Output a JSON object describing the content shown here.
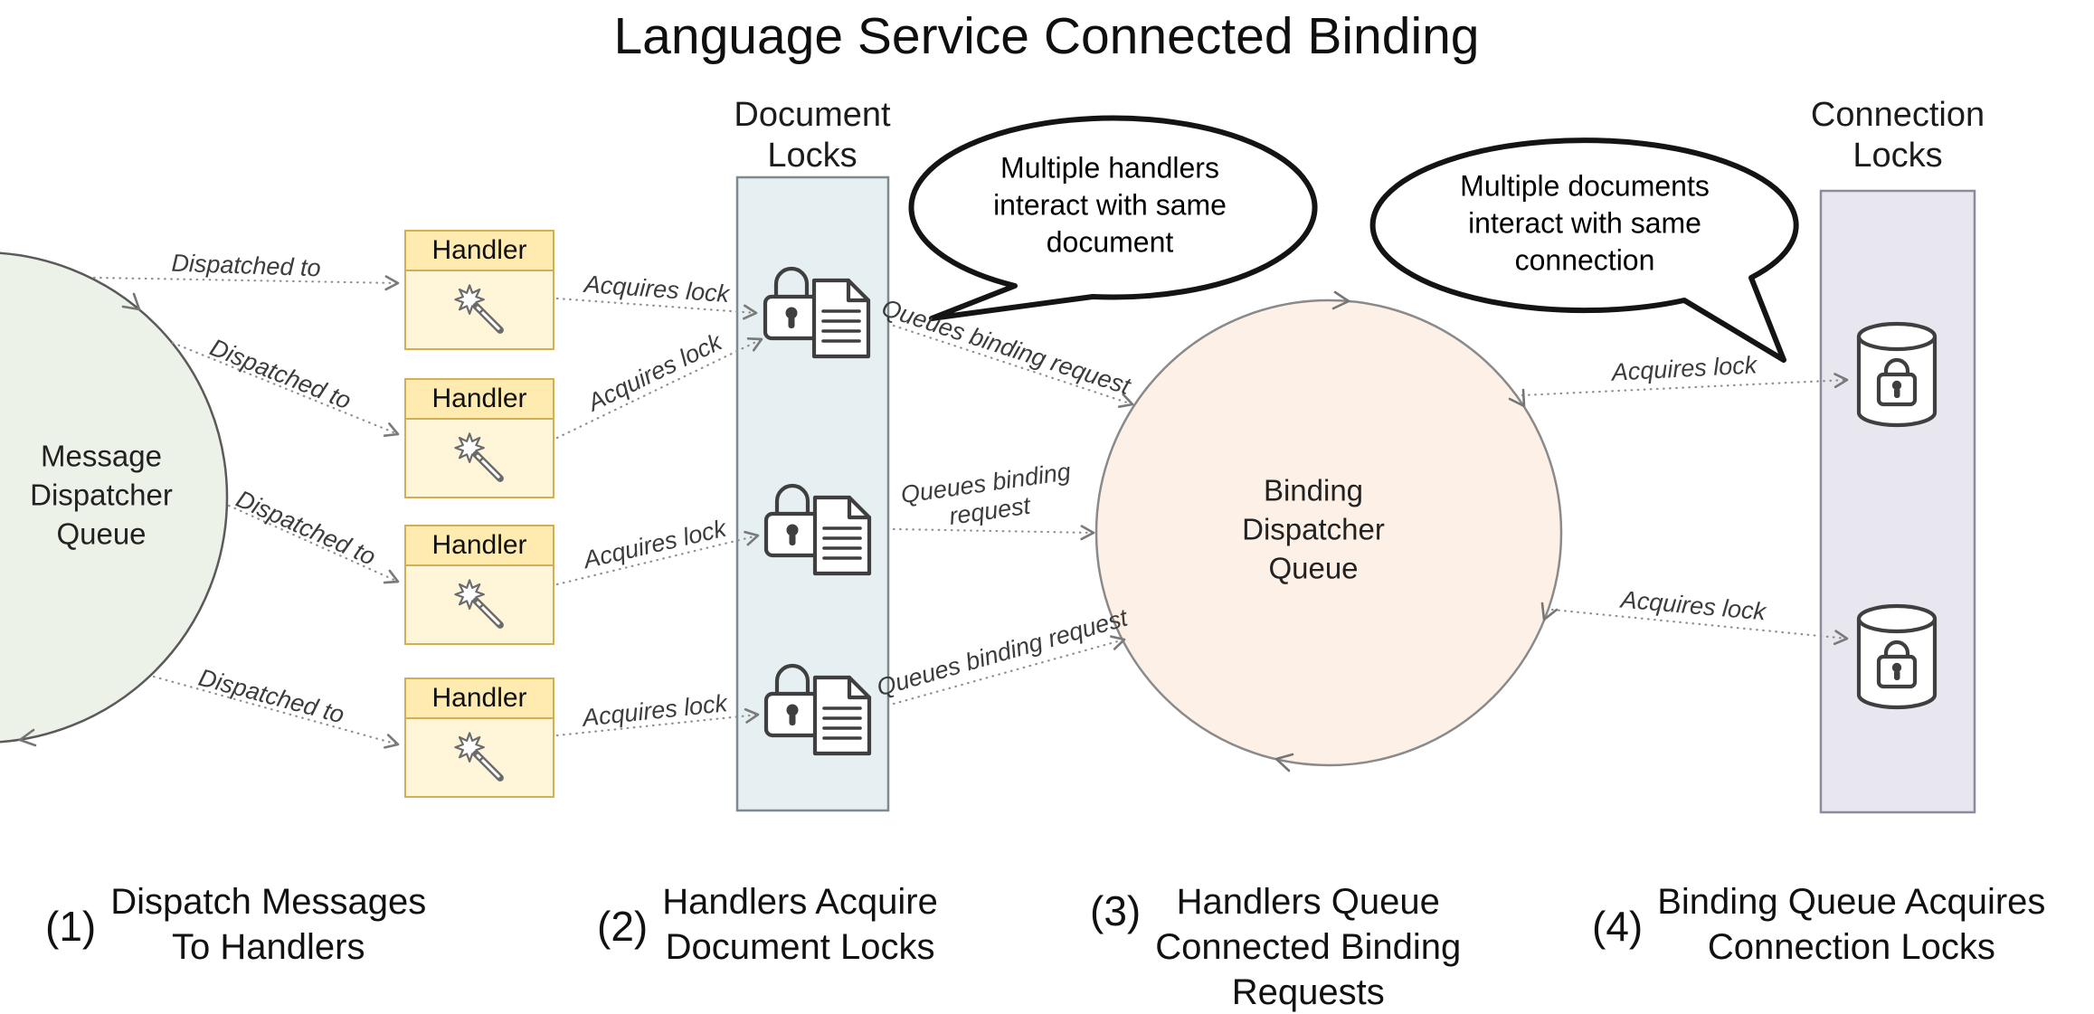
{
  "title": "Language Service Connected Binding",
  "queues": {
    "message": {
      "label": "Message\nDispatcher\nQueue"
    },
    "binding": {
      "label": "Binding\nDispatcher\nQueue"
    }
  },
  "lock_columns": {
    "document": {
      "label": "Document\nLocks"
    },
    "connection": {
      "label": "Connection\nLocks"
    }
  },
  "handlers": [
    {
      "label": "Handler"
    },
    {
      "label": "Handler"
    },
    {
      "label": "Handler"
    },
    {
      "label": "Handler"
    }
  ],
  "speech_bubbles": [
    {
      "text": "Multiple handlers\ninteract with same\ndocument"
    },
    {
      "text": "Multiple documents\ninteract with same\nconnection"
    }
  ],
  "edge_labels": {
    "dispatched_to": "Dispatched to",
    "acquires_lock": "Acquires lock",
    "queues_binding_request": "Queues binding request",
    "queues_binding_request_wrapped": "Queues binding\nrequest"
  },
  "captions": [
    {
      "number": "(1)",
      "text": "Dispatch Messages\nTo Handlers"
    },
    {
      "number": "(2)",
      "text": "Handlers Acquire\nDocument Locks"
    },
    {
      "number": "(3)",
      "text": "Handlers Queue\nConnected Binding\nRequests"
    },
    {
      "number": "(4)",
      "text": "Binding Queue Acquires\nConnection Locks"
    }
  ],
  "colors": {
    "message_queue_fill": "#edf2e9",
    "binding_queue_fill": "#fdf1e7",
    "document_locks_fill": "#e6eff2",
    "connection_locks_fill": "#e8e7f0",
    "handler_fill": "#fff6da",
    "handler_header_fill": "#ffeab0",
    "handler_border": "#d2ae54",
    "bubble_outline": "#141414",
    "connector": "#8f8f8f"
  }
}
